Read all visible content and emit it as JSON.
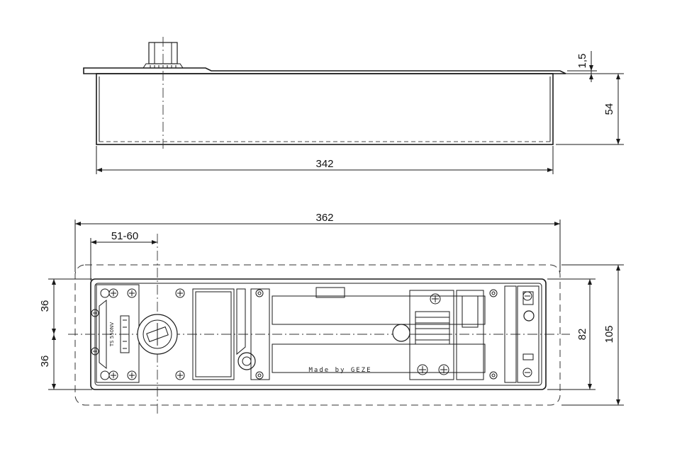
{
  "side_view": {
    "dim_length": "342",
    "dim_height": "54",
    "dim_plate": "1,5"
  },
  "top_view": {
    "dim_cover_length": "362",
    "dim_spindle_offset": "51-60",
    "dim_upper_half": "36",
    "dim_lower_half": "36",
    "dim_body_width": "82",
    "dim_cover_width": "105",
    "model_label": "TS 550NV",
    "plate_text": "Made by GEZE"
  }
}
